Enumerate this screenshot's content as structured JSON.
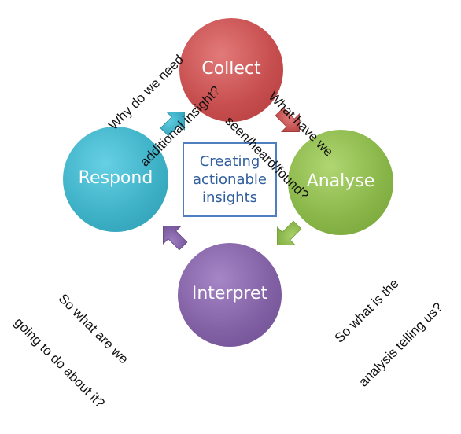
{
  "center": {
    "lines": [
      "Creating",
      "actionable",
      "insights"
    ]
  },
  "stages": {
    "collect": {
      "label": "Collect",
      "color": "#c84f4f"
    },
    "analyse": {
      "label": "Analyse",
      "color": "#8ab74a"
    },
    "interpret": {
      "label": "Interpret",
      "color": "#8361a5"
    },
    "respond": {
      "label": "Respond",
      "color": "#3fb2c8"
    }
  },
  "questions": {
    "top_right": [
      "What have we",
      "seen/heard/found?"
    ],
    "top_left": [
      "Why do we need",
      "additional insight?"
    ],
    "bottom_right": [
      "So what is the",
      "analysis telling us?"
    ],
    "bottom_left": [
      "So what are we",
      "going to do about it?"
    ]
  },
  "colors": {
    "center_border": "#4f7fbf",
    "center_text": "#2f5d9e",
    "arrow_collect_to_analyse": "#c84f4f",
    "arrow_analyse_to_interpret": "#8ab74a",
    "arrow_interpret_to_respond": "#8361a5",
    "arrow_respond_to_collect": "#3fb2c8"
  }
}
